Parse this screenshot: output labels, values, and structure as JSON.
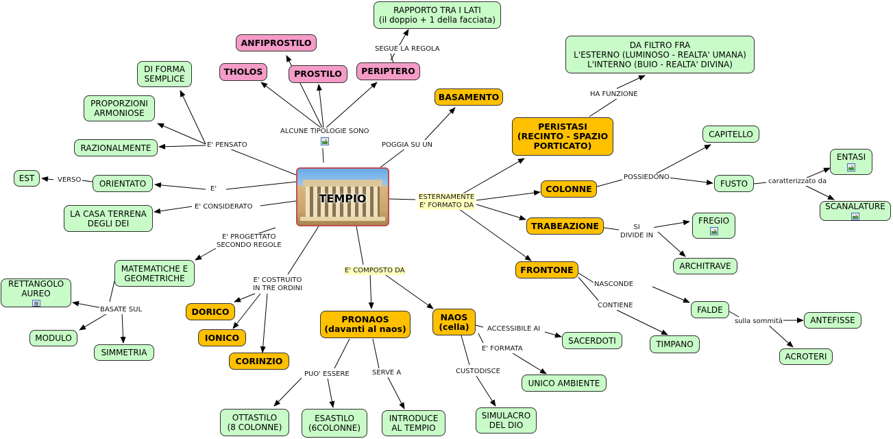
{
  "center": {
    "label": "TEMPIO"
  },
  "nodes": [
    {
      "id": "rapporto",
      "text": "RAPPORTO TRA I LATI\n(il doppio + 1 della facciata)",
      "style": "green"
    },
    {
      "id": "anfiprostilo",
      "text": "ANFIPROSTILO",
      "style": "pink"
    },
    {
      "id": "tholos",
      "text": "THOLOS",
      "style": "pink"
    },
    {
      "id": "prostilo",
      "text": "PROSTILO",
      "style": "pink"
    },
    {
      "id": "periptero",
      "text": "PERIPTERO",
      "style": "pink"
    },
    {
      "id": "di_forma",
      "text": "DI FORMA\nSEMPLICE",
      "style": "green"
    },
    {
      "id": "proporzioni",
      "text": "PROPORZIONI\nARMONIOSE",
      "style": "green"
    },
    {
      "id": "razionalmente",
      "text": "RAZIONALMENTE",
      "style": "green"
    },
    {
      "id": "est",
      "text": "EST",
      "style": "green"
    },
    {
      "id": "orientato",
      "text": "ORIENTATO",
      "style": "green"
    },
    {
      "id": "casa",
      "text": "LA CASA TERRENA\nDEGLI DEI",
      "style": "green"
    },
    {
      "id": "basamento",
      "text": "BASAMENTO",
      "style": "orange"
    },
    {
      "id": "da_filtro",
      "text": "DA FILTRO FRA\nL'ESTERNO (LUMINOSO - REALTA' UMANA)\nL'INTERNO (BUIO - REALTA' DIVINA)",
      "style": "green"
    },
    {
      "id": "peristasi",
      "text": "PERISTASI\n(RECINTO - SPAZIO\nPORTICATO)",
      "style": "orange"
    },
    {
      "id": "capitello",
      "text": "CAPITELLO",
      "style": "green"
    },
    {
      "id": "entasi",
      "text": "ENTASI",
      "style": "green",
      "icon": "img"
    },
    {
      "id": "colonne",
      "text": "COLONNE",
      "style": "orange"
    },
    {
      "id": "fusto",
      "text": "FUSTO",
      "style": "green"
    },
    {
      "id": "scanalature",
      "text": "SCANALATURE",
      "style": "green",
      "icon": "img"
    },
    {
      "id": "trabeazione",
      "text": "TRABEAZIONE",
      "style": "orange"
    },
    {
      "id": "fregio",
      "text": "FREGIO",
      "style": "green",
      "icon": "img"
    },
    {
      "id": "architrave",
      "text": "ARCHITRAVE",
      "style": "green"
    },
    {
      "id": "frontone",
      "text": "FRONTONE",
      "style": "orange"
    },
    {
      "id": "falde",
      "text": "FALDE",
      "style": "green"
    },
    {
      "id": "antefisse",
      "text": "ANTEFISSE",
      "style": "green"
    },
    {
      "id": "acroteri",
      "text": "ACROTERI",
      "style": "green"
    },
    {
      "id": "timpano",
      "text": "TIMPANO",
      "style": "green"
    },
    {
      "id": "matematiche",
      "text": "MATEMATICHE E\nGEOMETRICHE",
      "style": "green"
    },
    {
      "id": "rettangolo",
      "text": "RETTANGOLO\nAUREO",
      "style": "green",
      "icon": "doc"
    },
    {
      "id": "modulo",
      "text": "MODULO",
      "style": "green"
    },
    {
      "id": "simmetria",
      "text": "SIMMETRIA",
      "style": "green"
    },
    {
      "id": "dorico",
      "text": "DORICO",
      "style": "orange"
    },
    {
      "id": "ionico",
      "text": "IONICO",
      "style": "orange"
    },
    {
      "id": "corinzio",
      "text": "CORINZIO",
      "style": "orange"
    },
    {
      "id": "pronaos",
      "text": "PRONAOS\n(davanti al naos)",
      "style": "orange"
    },
    {
      "id": "naos",
      "text": "NAOS\n(cella)",
      "style": "orange"
    },
    {
      "id": "sacerdoti",
      "text": "SACERDOTI",
      "style": "green"
    },
    {
      "id": "unico",
      "text": "UNICO AMBIENTE",
      "style": "green"
    },
    {
      "id": "simulacro",
      "text": "SIMULACRO\nDEL DIO",
      "style": "green"
    },
    {
      "id": "ottastilo",
      "text": "OTTASTILO\n(8 COLONNE)",
      "style": "green"
    },
    {
      "id": "esastilo",
      "text": "ESASTILO\n(6COLONNE)",
      "style": "green"
    },
    {
      "id": "introduce",
      "text": "INTRODUCE\nAL TEMPIO",
      "style": "green"
    }
  ],
  "labels": [
    {
      "id": "segue",
      "text": "SEGUE LA REGOLA"
    },
    {
      "id": "tipologie",
      "text": "ALCUNE TIPOLOGIE SONO",
      "icon": "img"
    },
    {
      "id": "pensato",
      "text": "E' PENSATO"
    },
    {
      "id": "verso",
      "text": "VERSO"
    },
    {
      "id": "e",
      "text": "E'"
    },
    {
      "id": "considerato",
      "text": "E' CONSIDERATO"
    },
    {
      "id": "poggia",
      "text": "POGGIA SU UN"
    },
    {
      "id": "funzione",
      "text": "HA FUNZIONE"
    },
    {
      "id": "esternamente",
      "text": "ESTERNAMENTE\nE' FORMATO DA",
      "highlight": true
    },
    {
      "id": "possiedono",
      "text": "POSSIEDONO"
    },
    {
      "id": "caratterizzato",
      "text": "caratterizzato da"
    },
    {
      "id": "si_divide",
      "text": "SI\nDIVIDE IN"
    },
    {
      "id": "nasconde",
      "text": "NASCONDE"
    },
    {
      "id": "contiene",
      "text": "CONTIENE"
    },
    {
      "id": "sommita",
      "text": "sulla sommità"
    },
    {
      "id": "progettato",
      "text": "E' PROGETTATO\nSECONDO REGOLE"
    },
    {
      "id": "basate",
      "text": "BASATE SUL"
    },
    {
      "id": "costruito",
      "text": "E' COSTRUITO\nIN TRE ORDINI"
    },
    {
      "id": "composto",
      "text": "E' COMPOSTO DA",
      "highlight": true
    },
    {
      "id": "accessibile",
      "text": "ACCESSIBILE AI"
    },
    {
      "id": "formata",
      "text": "E' FORMATA"
    },
    {
      "id": "custodisce",
      "text": "CUSTODISCE"
    },
    {
      "id": "puo",
      "text": "PUO' ESSERE"
    },
    {
      "id": "serve",
      "text": "SERVE A"
    }
  ]
}
